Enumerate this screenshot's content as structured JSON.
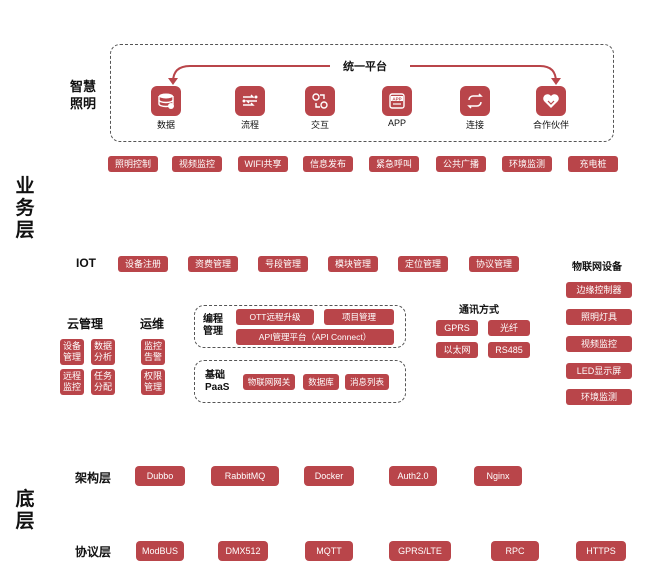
{
  "layers": {
    "business": "业务层",
    "bottom": "底层"
  },
  "smart_lighting": {
    "title_line1": "智慧",
    "title_line2": "照明",
    "platform_title": "统一平台",
    "icons": [
      {
        "label": "数据",
        "icon": "database-icon"
      },
      {
        "label": "流程",
        "icon": "flow-icon"
      },
      {
        "label": "交互",
        "icon": "interaction-icon"
      },
      {
        "label": "APP",
        "icon": "app-icon"
      },
      {
        "label": "连接",
        "icon": "connect-icon"
      },
      {
        "label": "合作伙伴",
        "icon": "partner-icon"
      }
    ],
    "functions": [
      "照明控制",
      "视频监控",
      "WIFI共享",
      "信息发布",
      "紧急呼叫",
      "公共广播",
      "环境监测",
      "充电桩"
    ]
  },
  "iot": {
    "title": "IOT",
    "items": [
      "设备注册",
      "资费管理",
      "号段管理",
      "模块管理",
      "定位管理",
      "协议管理"
    ]
  },
  "cloud_management": {
    "title": "云管理",
    "items": [
      {
        "line1": "设备",
        "line2": "管理"
      },
      {
        "line1": "数据",
        "line2": "分析"
      },
      {
        "line1": "远程",
        "line2": "监控"
      },
      {
        "line1": "任务",
        "line2": "分配"
      }
    ]
  },
  "operations": {
    "title": "运维",
    "items": [
      {
        "line1": "监控",
        "line2": "告警"
      },
      {
        "line1": "权限",
        "line2": "管理"
      }
    ]
  },
  "orchestration": {
    "title_line1": "编程",
    "title_line2": "管理",
    "items": [
      "OTT远程升级",
      "项目管理",
      "API管理平台（API Connect）"
    ]
  },
  "paas": {
    "title_line1": "基础",
    "title_line2": "PaaS",
    "items": [
      "物联网网关",
      "数据库",
      "消息列表"
    ]
  },
  "communication": {
    "title": "通讯方式",
    "items": [
      "GPRS",
      "光纤",
      "以太网",
      "RS485"
    ]
  },
  "iot_devices": {
    "title": "物联网设备",
    "items": [
      "边缘控制器",
      "照明灯具",
      "视频监控",
      "LED显示屏",
      "环境监测"
    ]
  },
  "architecture": {
    "title": "架构层",
    "items": [
      "Dubbo",
      "RabbitMQ",
      "Docker",
      "Auth2.0",
      "Nginx"
    ]
  },
  "protocol": {
    "title": "协议层",
    "items": [
      "ModBUS",
      "DMX512",
      "MQTT",
      "GPRS/LTE",
      "RPC",
      "HTTPS"
    ]
  },
  "colors": {
    "accent": "#b9454a",
    "dash": "#555555"
  }
}
